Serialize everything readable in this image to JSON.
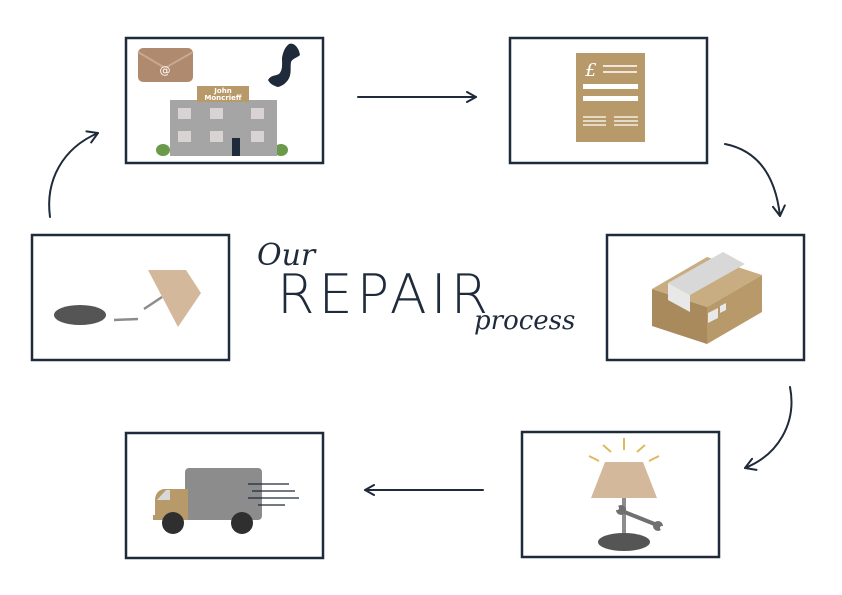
{
  "title": {
    "line1": "Our",
    "line2": "REPAIR",
    "line3": "process"
  },
  "steps": [
    {
      "icon": "contact-icon",
      "sign_text_1": "John",
      "sign_text_2": "Moncrieff",
      "email_symbol": "@"
    },
    {
      "icon": "quote-document-icon",
      "currency_symbol": "£"
    },
    {
      "icon": "parcel-box-icon"
    },
    {
      "icon": "repaired-lamp-icon"
    },
    {
      "icon": "delivery-van-icon"
    },
    {
      "icon": "broken-lamp-icon"
    }
  ],
  "colors": {
    "outline": "#1f2a3a",
    "tan": "#b89a6a",
    "grey": "#8c8c8c",
    "shade": "#d4b89c"
  }
}
